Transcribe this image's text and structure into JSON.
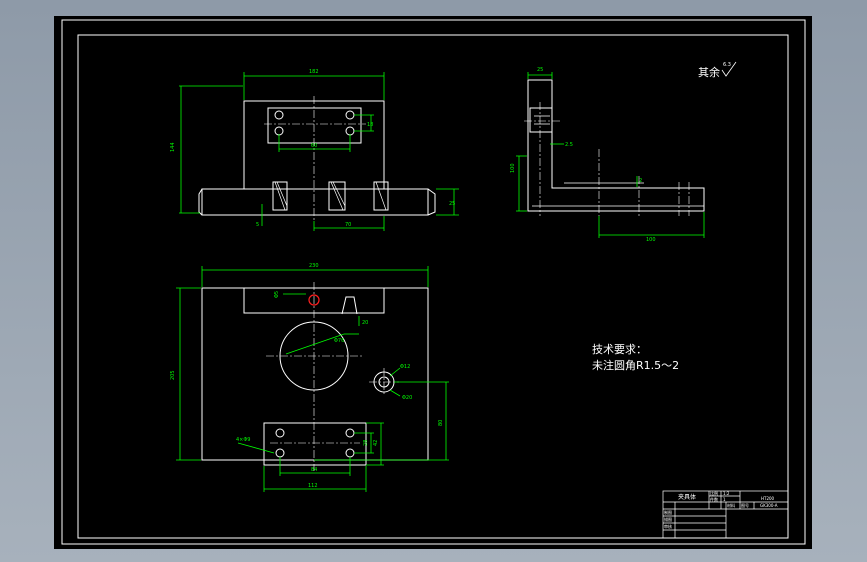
{
  "drawing": {
    "surface_finish": {
      "prefix": "其余",
      "value": "6.3"
    },
    "technical_requirements": {
      "heading": "技术要求：",
      "line1": "未注圆角R1.5～2"
    },
    "front_view_dims": {
      "top_width": "182",
      "overall_height": "144",
      "hole_spacing_h": "60",
      "hole_spacing_v": "18",
      "base_thickness": "25",
      "right_offset": "70",
      "left_small": "5"
    },
    "side_view_dims": {
      "top_width": "25",
      "height": "100",
      "notch": "2.5",
      "base_length": "100",
      "small_dim": "2"
    },
    "plan_view_dims": {
      "overall_width": "230",
      "overall_height": "205",
      "slot_width": "20",
      "bore_dia": "Φ76",
      "small_bore": "Φ12",
      "small_bore_outer": "Φ20",
      "right_height": "80",
      "hole_callout": "4×Φ9",
      "hole_spacing_v": "28",
      "hole_spacing_outer": "42",
      "hole_spacing_h": "84",
      "bottom_width": "112",
      "top_left": "Φ5"
    },
    "title_block": {
      "part_name": "夹具体",
      "scale_label": "比例",
      "scale_value": "1:2",
      "qty_label": "件数",
      "qty_value": "1",
      "material_label": "材料",
      "material_value": "HT200",
      "drawing_no_label": "图号",
      "drawing_no_value": "GK300-A",
      "drawn_label": "制图",
      "check_label": "描图",
      "review_label": "审核"
    }
  },
  "colors": {
    "outline": "#ffffff",
    "dimension": "#00ff00",
    "center": "#ffffff",
    "highlight": "#ff2020"
  }
}
